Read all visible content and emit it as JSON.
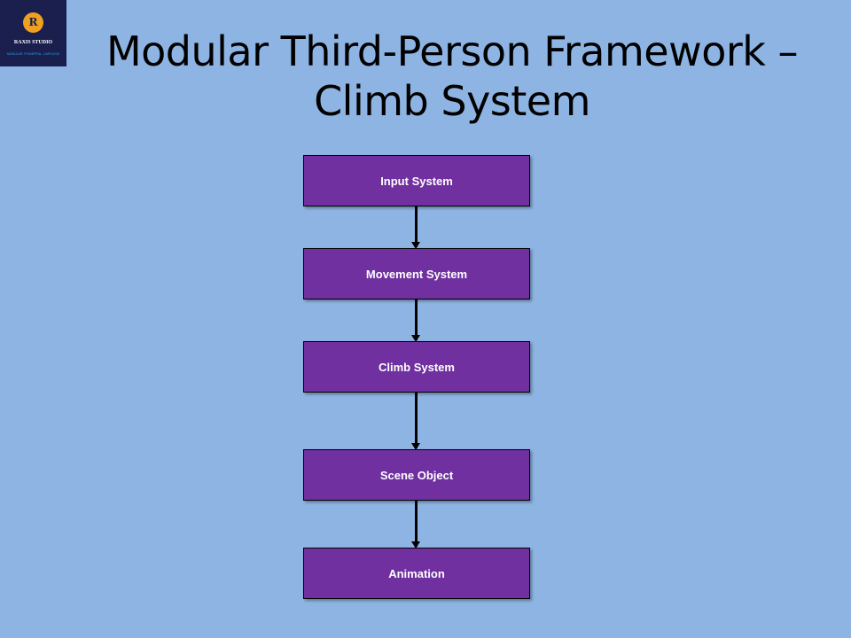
{
  "logo": {
    "monogram": "R",
    "name": "RAXIS STUDIO",
    "tagline": "MODULAR. POWERFUL. LIMITLESS"
  },
  "title": "Modular Third-Person Framework – Climb System",
  "flow": {
    "nodes": [
      "Input System",
      "Movement System",
      "Climb System",
      "Scene Object",
      "Animation"
    ],
    "edges": [
      [
        "Input System",
        "Movement System"
      ],
      [
        "Movement System",
        "Climb System"
      ],
      [
        "Climb System",
        "Scene Object"
      ],
      [
        "Scene Object",
        "Animation"
      ]
    ],
    "node_color": "#7030a0",
    "background": "#8eb4e3"
  }
}
